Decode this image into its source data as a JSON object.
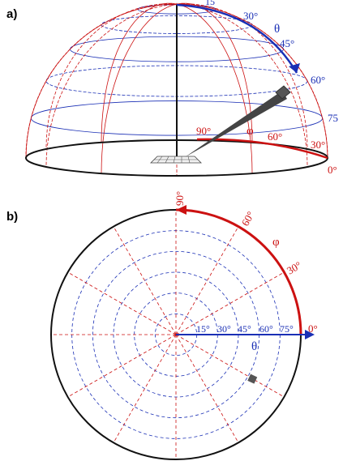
{
  "panel_a": {
    "label": "a)",
    "theta_symbol": "θ",
    "phi_symbol": "φ",
    "theta_ticks": [
      "15",
      "30°",
      "45°",
      "60°",
      "75"
    ],
    "phi_ticks": [
      "90°",
      "60°",
      "30°",
      "0°"
    ]
  },
  "panel_b": {
    "label": "b)",
    "theta_symbol": "θ",
    "phi_symbol": "φ",
    "theta_ticks": [
      "15°",
      "30°",
      "45°",
      "60°",
      "75°"
    ],
    "phi_ticks": [
      "90°",
      "60°",
      "30°",
      "0°"
    ]
  },
  "colors": {
    "theta": "#1a2fb5",
    "phi": "#cc1111",
    "outline": "#111111",
    "marker": "#555555"
  }
}
